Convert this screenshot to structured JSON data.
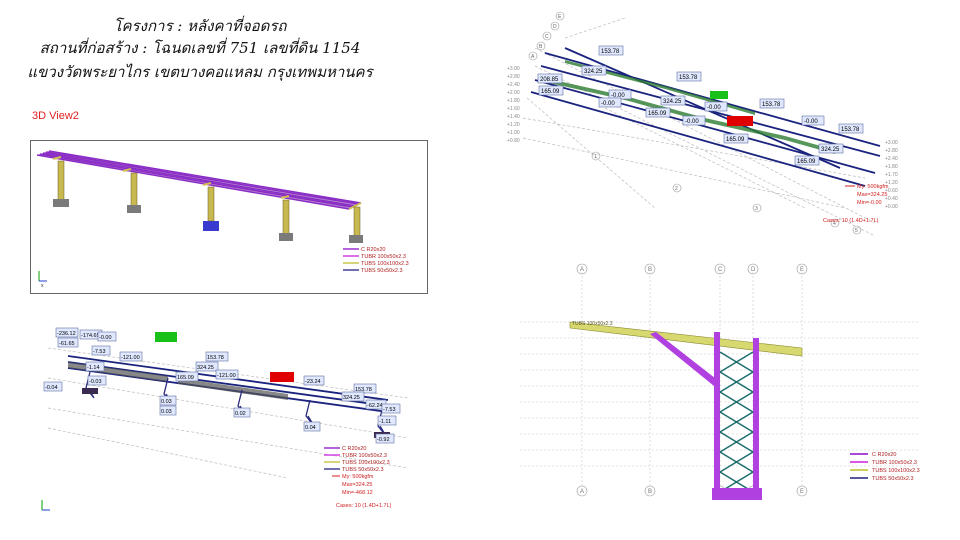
{
  "header": {
    "line1": "โครงการ : หลังคาที่จอดรถ",
    "line2": "สถานที่ก่อสร้าง : โฉนดเลขที่ 751 เลขที่ดิน 1154",
    "line3": "แขวงวัดพระยาไกร  เขตบางคอแหลม  กรุงเทพมหานคร"
  },
  "view_label": "3D View2",
  "panel_3d": {
    "legend": [
      "C R20x20",
      "TUBR 100x50x2.3",
      "TUBS 100x100x2.3",
      "TUBS 50x50x2.3"
    ]
  },
  "panel_moment_top": {
    "values": [
      "153.78",
      "324.25",
      "208.85",
      "165.09",
      "-0.00",
      "-0.00",
      "153.78",
      "324.25",
      "-0.00",
      "165.09",
      "153.78",
      "-0.00",
      "165.09",
      "-0.00",
      "153.78",
      "324.25",
      "165.09"
    ],
    "summary": [
      "My: 500kgfm",
      "Max=324.25",
      "Min=-0.00"
    ],
    "cases": "Cases: 10 (1.4D+1.7L)",
    "grid_top": [
      "E",
      "D",
      "C",
      "B",
      "A"
    ],
    "grid_nums": [
      "1",
      "2",
      "3",
      "4",
      "5"
    ],
    "elev_left": [
      "+3.00",
      "+2.80",
      "+2.40",
      "+2.00",
      "+1.80",
      "+1.60",
      "+1.40",
      "+1.20",
      "+1.00",
      "+0.80"
    ],
    "elev_right": [
      "+3.00",
      "+2.80",
      "+2.40",
      "+1.80",
      "+1.70",
      "+1.20",
      "+0.60",
      "+0.40",
      "+0.00"
    ]
  },
  "panel_moment_bottom": {
    "values": [
      "-236.12",
      "-174.69",
      "-61.65",
      "-0.00",
      "-7.53",
      "-1.14",
      "-0.03",
      "-0.04",
      "0.03",
      "153.78",
      "324.25",
      "165.09",
      "-121.00",
      "-121.00",
      "-23.24",
      "153.78",
      "324.25",
      "-62.24",
      "-7.53",
      "-1.11",
      "-0.92",
      "0.02",
      "0.03",
      "0.04"
    ],
    "legend": [
      "C R20x20",
      "TUBR 100x50x2.3",
      "TUBS 100x100x2.3",
      "TUBS 50x50x2.3"
    ],
    "summary": [
      "My: 500kgfm",
      "Max=324.25",
      "Min=-468.12"
    ],
    "cases": "Cases: 10 (1.4D+1.7L)"
  },
  "panel_section": {
    "grid": [
      "A",
      "B",
      "C",
      "D",
      "E"
    ],
    "top_label": "TUBS 100x50x2.3",
    "legend": [
      "C R20x20",
      "TUBR 100x50x2.3",
      "TUBS 100x100x2.3",
      "TUBS 50x50x2.3"
    ]
  },
  "colors": {
    "title_red": "#e02020",
    "purple": "#9b30d0",
    "yellow": "#c8c84a",
    "navy": "#1a237e",
    "green": "#18c018",
    "red_block": "#e00000"
  }
}
